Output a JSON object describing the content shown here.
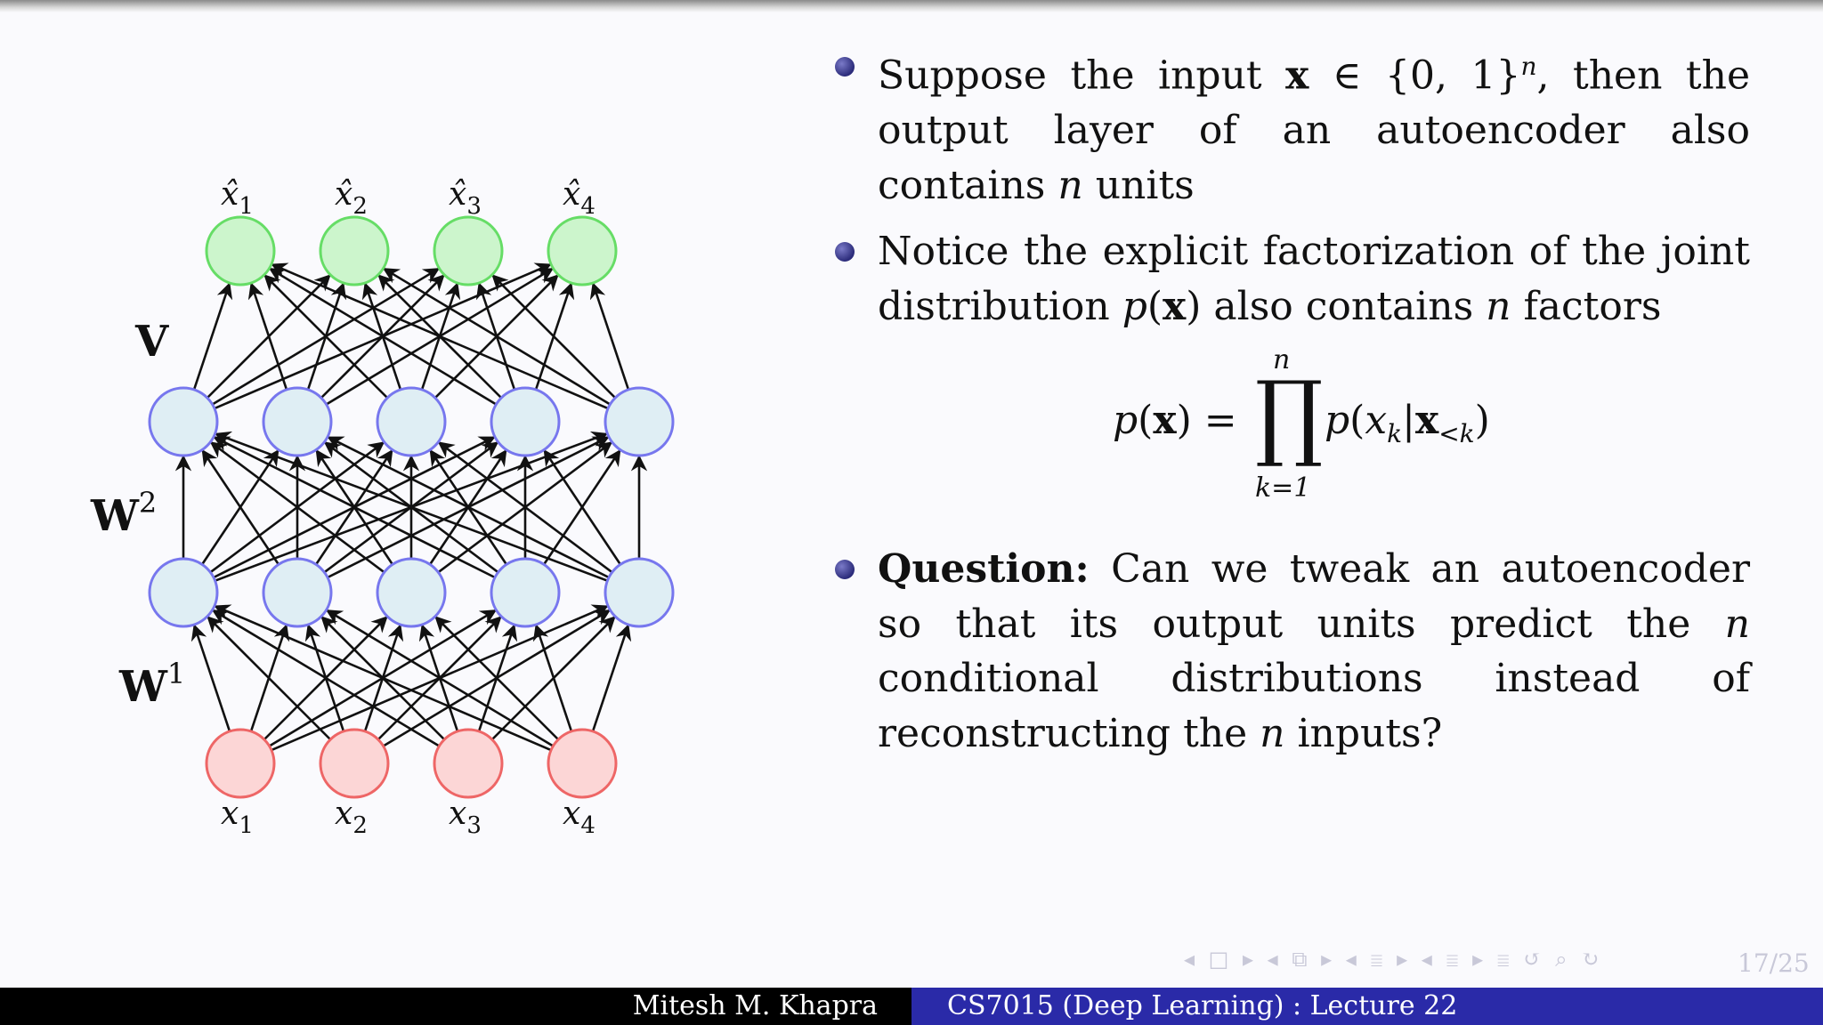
{
  "diagram": {
    "output_labels": [
      {
        "sym": "x̂",
        "sub": "1"
      },
      {
        "sym": "x̂",
        "sub": "2"
      },
      {
        "sym": "x̂",
        "sub": "3"
      },
      {
        "sym": "x̂",
        "sub": "4"
      }
    ],
    "input_labels": [
      {
        "sym": "x",
        "sub": "1"
      },
      {
        "sym": "x",
        "sub": "2"
      },
      {
        "sym": "x",
        "sub": "3"
      },
      {
        "sym": "x",
        "sub": "4"
      }
    ],
    "weight_labels": {
      "V": "V",
      "W2": "W",
      "W2_sup": "2",
      "W1": "W",
      "W1_sup": "1"
    },
    "colors": {
      "output_fill": "#ccf5cc",
      "output_stroke": "#66dd66",
      "hidden_fill": "#dfeef4",
      "hidden_stroke": "#7777ee",
      "input_fill": "#fcd6d6",
      "input_stroke": "#ee6666",
      "edge": "#111111"
    }
  },
  "bullets": {
    "b1": {
      "t1": "Suppose the input ",
      "x": "x",
      "t2": " ∈ {0, 1}",
      "n_sup": "n",
      "t3": ", then the output layer of an autoencoder also contains ",
      "n": "n",
      "t4": " units"
    },
    "b2": {
      "t1": "Notice the explicit factorization of the joint distribution ",
      "p": "p",
      "lp": "(",
      "x": "x",
      "rp": ")",
      "t2": " also contains ",
      "n": "n",
      "t3": " factors"
    },
    "formula": {
      "lhs_p": "p",
      "lhs_open": "(",
      "lhs_x": "x",
      "lhs_close": ") =",
      "prod": "∏",
      "upper": "n",
      "lower": "k=1",
      "rhs_p": "p",
      "rhs_open": "(",
      "rhs_xk": "x",
      "rhs_k": "k",
      "rhs_bar": "|",
      "rhs_x": "x",
      "rhs_lt": "<k",
      "rhs_close": ")"
    },
    "b3": {
      "q": "Question:",
      "t1": " Can we tweak an autoencoder so that its output units predict the ",
      "n1": "n",
      "t2": " conditional distributions instead of reconstructing the ",
      "n2": "n",
      "t3": " inputs?"
    }
  },
  "nav": {
    "symbols": "◂ □ ▸  ◂ ⧉ ▸  ◂ ≣ ▸  ◂ ≣ ▸   ≣   ↺ ⌕ ↻",
    "page": "17/25"
  },
  "footer": {
    "author": "Mitesh M. Khapra",
    "course": "CS7015 (Deep Learning) : Lecture 22"
  }
}
